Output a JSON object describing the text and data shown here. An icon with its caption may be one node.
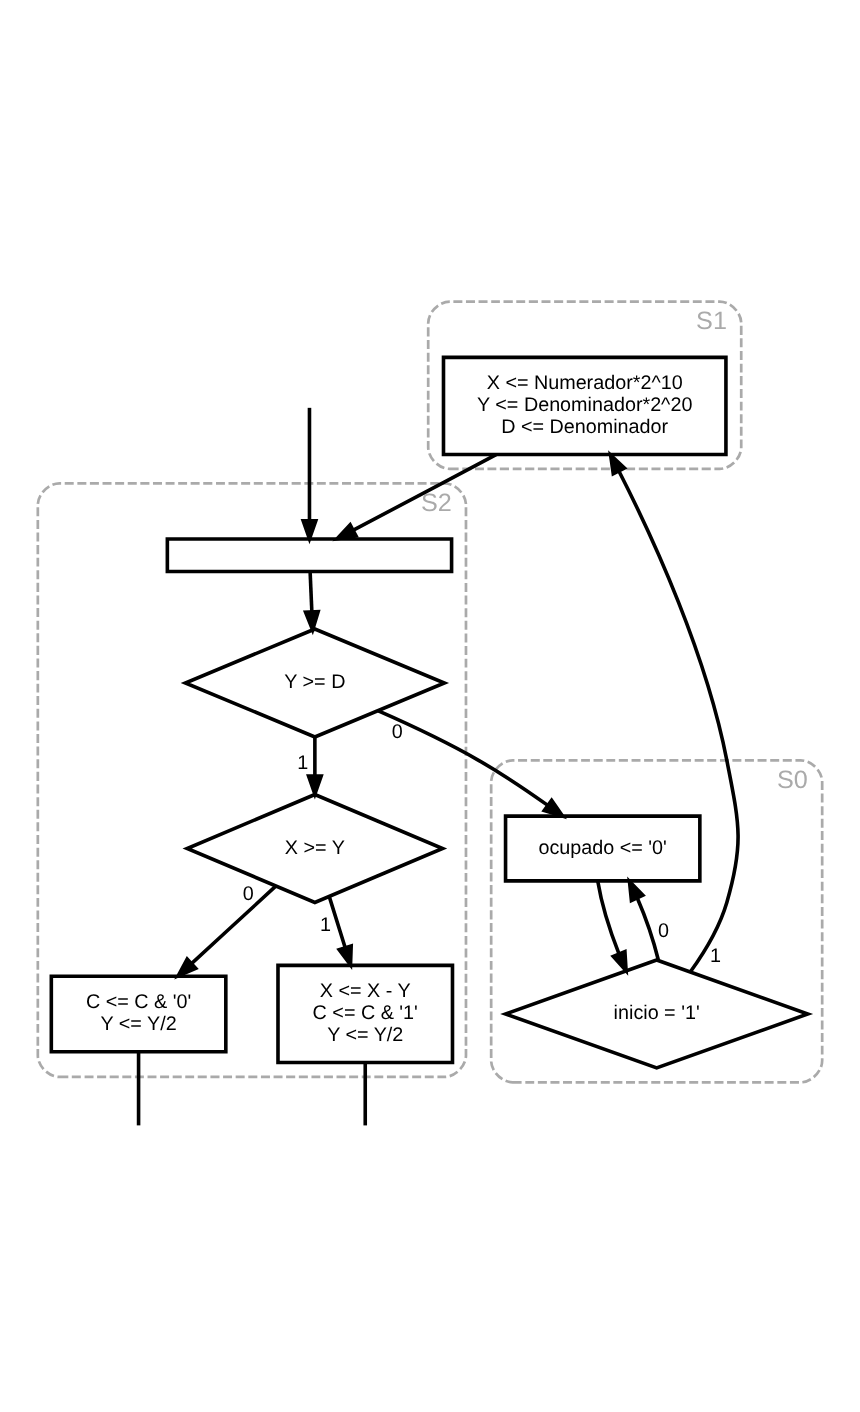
{
  "diagram": {
    "nodes": [
      {
        "text": [
          "S0"
        ]
      },
      {
        "text": [
          "ocupado <= '0'"
        ],
        "in": 0
      },
      {
        "text": [
          "inicio = '1'"
        ],
        "in": 0
      },
      {
        "text": [
          "S1"
        ]
      },
      {
        "text": [
          "X <= Numerador*2^10",
          "Y <= Denominador*2^20",
          "D <= Denominador"
        ],
        "in": 3
      },
      {
        "text": [
          "S2"
        ]
      },
      {
        "text": [],
        "shape": "box",
        "in": 5
      },
      {
        "text": [
          "Y >= D"
        ],
        "in": 5
      },
      {
        "text": [
          "X >= Y"
        ],
        "in": 5
      },
      {
        "text": [
          "C <= C & '0'",
          "Y <= Y/2"
        ],
        "in": 5
      },
      {
        "text": [
          "X <= X - Y",
          "C <= C & '1'",
          "Y <= Y/2"
        ],
        "in": 5
      }
    ],
    "edges": [
      {
        "from": 7,
        "to": 1,
        "label": "0",
        "arrow": "to"
      },
      {
        "from": 2,
        "to": 1,
        "label": "0",
        "arrow": "to"
      },
      {
        "from": 1,
        "to": 2,
        "arrow": "to"
      },
      {
        "from": 2,
        "to": 4,
        "label": "1",
        "arrow": "to"
      },
      {
        "from": 4,
        "to": 6,
        "arrow": "to"
      },
      {
        "from": null,
        "to": 6,
        "arrow": "to"
      },
      {
        "from": 6,
        "to": 7,
        "arrow": "to"
      },
      {
        "from": 7,
        "to": 8,
        "label": "1",
        "arrow": "to"
      },
      {
        "from": 8,
        "to": 9,
        "label": "0",
        "arrow": "to"
      },
      {
        "from": 8,
        "to": 10,
        "label": "1",
        "arrow": "to"
      },
      {
        "from": 9,
        "to": null,
        "arrow": "none"
      },
      {
        "from": 10,
        "to": null,
        "arrow": "none"
      }
    ]
  }
}
